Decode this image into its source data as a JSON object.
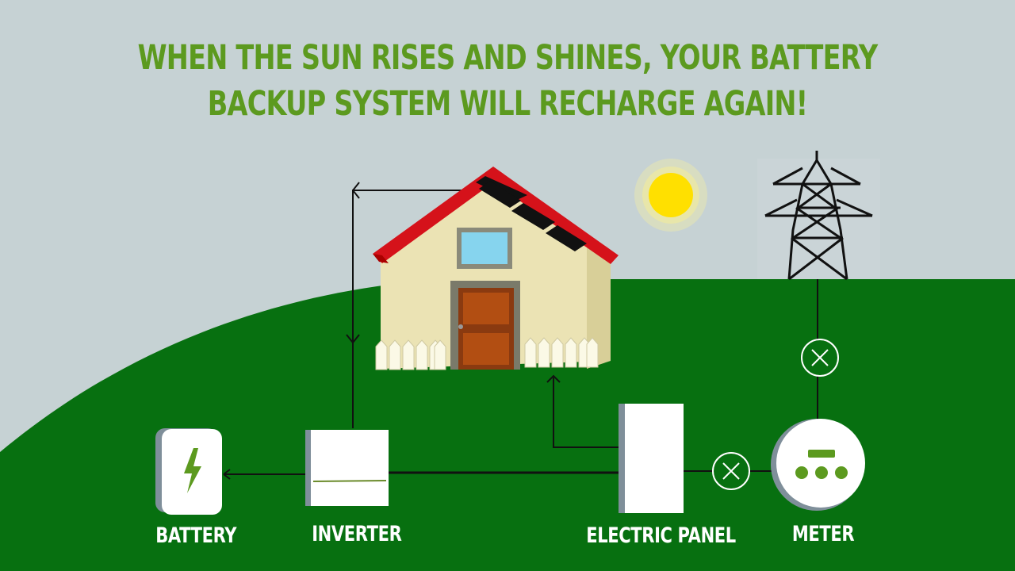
{
  "headline": {
    "line1": "WHEN THE SUN RISES AND SHINES, YOUR BATTERY",
    "line2": "BACKUP SYSTEM WILL RECHARGE AGAIN!"
  },
  "labels": {
    "battery": "BATTERY",
    "inverter": "INVERTER",
    "electric_panel": "ELECTRIC PANEL",
    "meter": "METER"
  },
  "colors": {
    "sky": "#c6d2d4",
    "ground": "#077010",
    "headline": "#5c9a1f",
    "roof": "#d5121a",
    "sun": "#ffe000",
    "wall": "#ece5b8",
    "door": "#8a3a10"
  },
  "icons": {
    "battery": "lightning-bolt-icon",
    "switch": "x-circle-icon",
    "meter": "meter-dots-icon",
    "tower": "power-tower-icon"
  }
}
